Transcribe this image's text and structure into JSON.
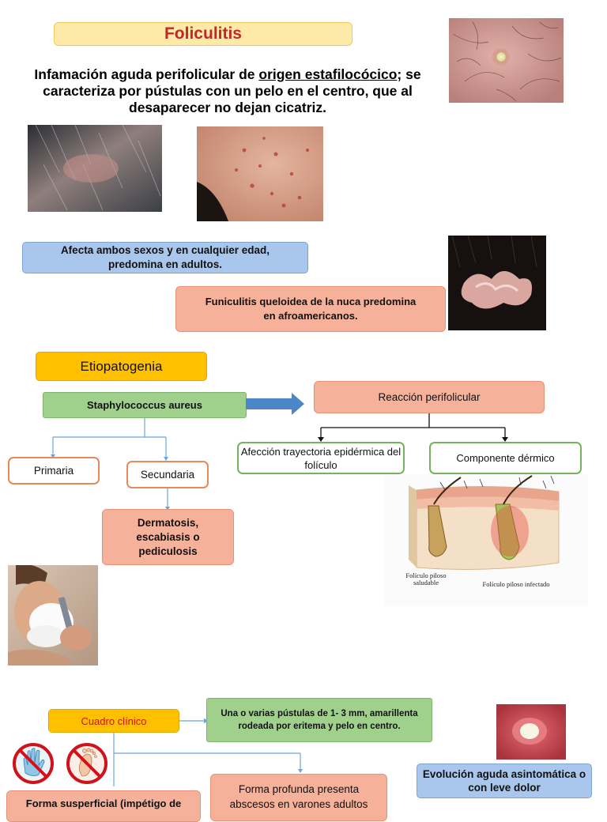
{
  "header": {
    "title": "Foliculitis",
    "intro_part1": "Infamación aguda perifolicular de ",
    "intro_underlined": "origen estafilocócico",
    "intro_part2": "; se caracteriza por pústulas con un pelo en el centro, que al desaparecer no dejan cicatriz",
    "intro_period": "."
  },
  "notes": {
    "epidemiology": "Afecta ambos sexos y en cualquier edad, predomina en adultos.",
    "keloid": "Funiculitis queloidea de la nuca predomina en afroamericanos."
  },
  "etiopathogenesis": {
    "heading": "Etiopatogenia",
    "agent": "Staphylococcus aureus",
    "reaction": "Reacción perifolicular",
    "primary": "Primaria",
    "secondary": "Secundaria",
    "secondary_causes": "Dermatosis, escabiasis o pediculosis",
    "branch_epidermal": "Afección trayectoria epidérmica del folículo",
    "branch_dermal": "Componente dérmico",
    "diagram_label_healthy": "Folículo piloso saludable",
    "diagram_label_infected": "Folículo piloso infectado"
  },
  "clinical": {
    "heading": "Cuadro clínico",
    "pustules": "Una o varias pústulas de 1- 3 mm, amarillenta rodeada por eritema y pelo en centro.",
    "evolution": "Evolución aguda asintomática o con leve dolor",
    "superficial": "Forma susperficial (impétigo de",
    "deep": "Forma profunda presenta abscesos en varones adultos"
  },
  "colors": {
    "title_text": "#c0282a",
    "arrow_blue": "#4a86c8",
    "connector_blue": "#6aa6dc",
    "prohibition_red": "#d0121b"
  },
  "icons": [
    "no-hand-icon",
    "no-foot-icon",
    "right-arrow-icon"
  ]
}
